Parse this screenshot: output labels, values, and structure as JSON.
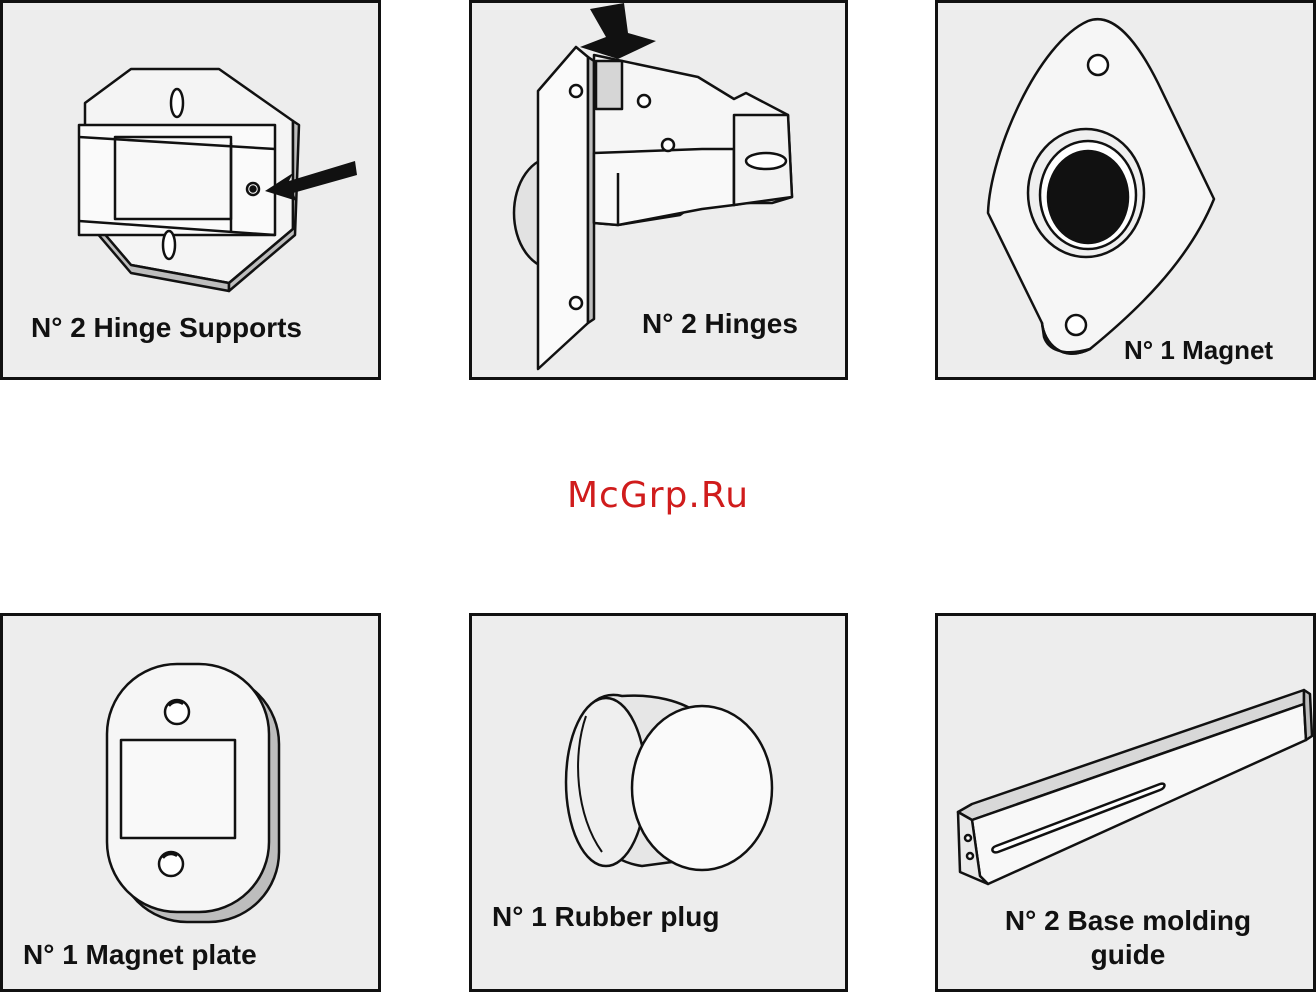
{
  "watermark": {
    "text": "McGrp.Ru",
    "color": "#d01c1c"
  },
  "parts": [
    {
      "id": "hinge-supports",
      "label": "N° 2 Hinge Supports",
      "illustration": "hinge-support-bracket"
    },
    {
      "id": "hinges",
      "label": "N° 2 Hinges",
      "illustration": "door-hinge"
    },
    {
      "id": "magnet",
      "label": "N° 1 Magnet",
      "illustration": "diamond-magnet"
    },
    {
      "id": "magnet-plate",
      "label": "N° 1 Magnet plate",
      "illustration": "oval-magnet-plate"
    },
    {
      "id": "rubber-plug",
      "label": "N° 1 Rubber plug",
      "illustration": "cylindrical-plug"
    },
    {
      "id": "base-molding-guide",
      "label_line1": "N° 2 Base molding",
      "label_line2": "guide",
      "illustration": "l-shaped-rail"
    }
  ],
  "colors": {
    "panel_bg": "#ededed",
    "border": "#111111"
  }
}
